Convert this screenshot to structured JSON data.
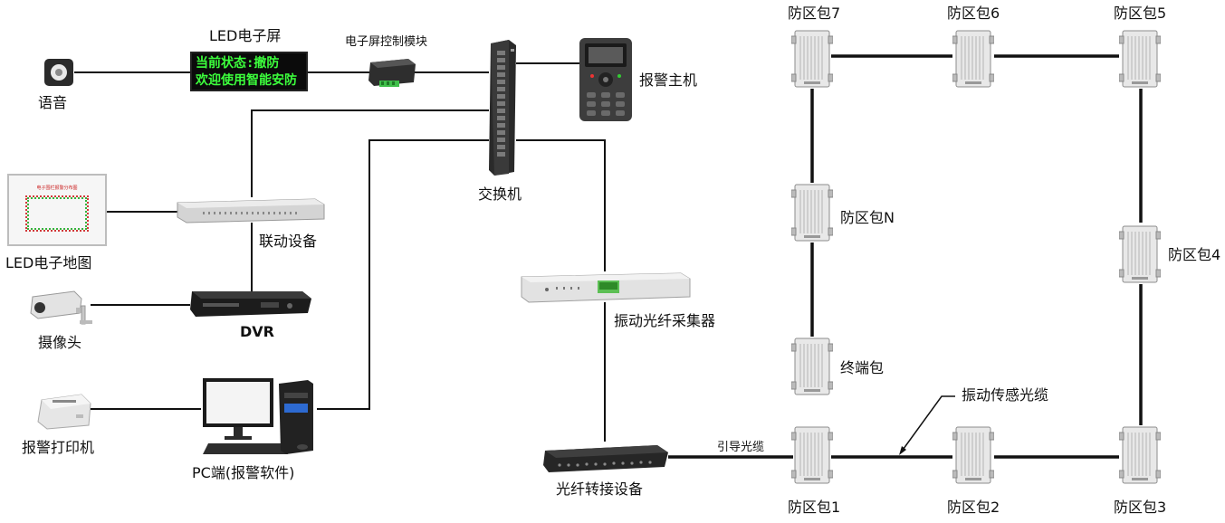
{
  "labels": {
    "voice": "语音",
    "led_screen": "LED电子屏",
    "screen_module": "电子屏控制模块",
    "alarm_host": "报警主机",
    "switch": "交换机",
    "led_map": "LED电子地图",
    "linkage": "联动设备",
    "camera": "摄像头",
    "dvr": "DVR",
    "printer": "报警打印机",
    "pc": "PC端(报警软件)",
    "collector": "振动光纤采集器",
    "transfer": "光纤转接设备",
    "lead_cable": "引导光缆",
    "sensing_cable": "振动传感光缆",
    "zone1": "防区包1",
    "zone2": "防区包2",
    "zone3": "防区包3",
    "zone4": "防区包4",
    "zone5": "防区包5",
    "zone6": "防区包6",
    "zone7": "防区包7",
    "zoneN": "防区包N",
    "terminal": "终端包"
  },
  "led_sign": {
    "line1": "当前状态:撤防",
    "line2": "欢迎使用智能安防"
  },
  "led_map_panel": {
    "title": "电子围栏报警分布图"
  },
  "colors": {
    "led_text": "#3cff3c",
    "wire": "#111111"
  }
}
